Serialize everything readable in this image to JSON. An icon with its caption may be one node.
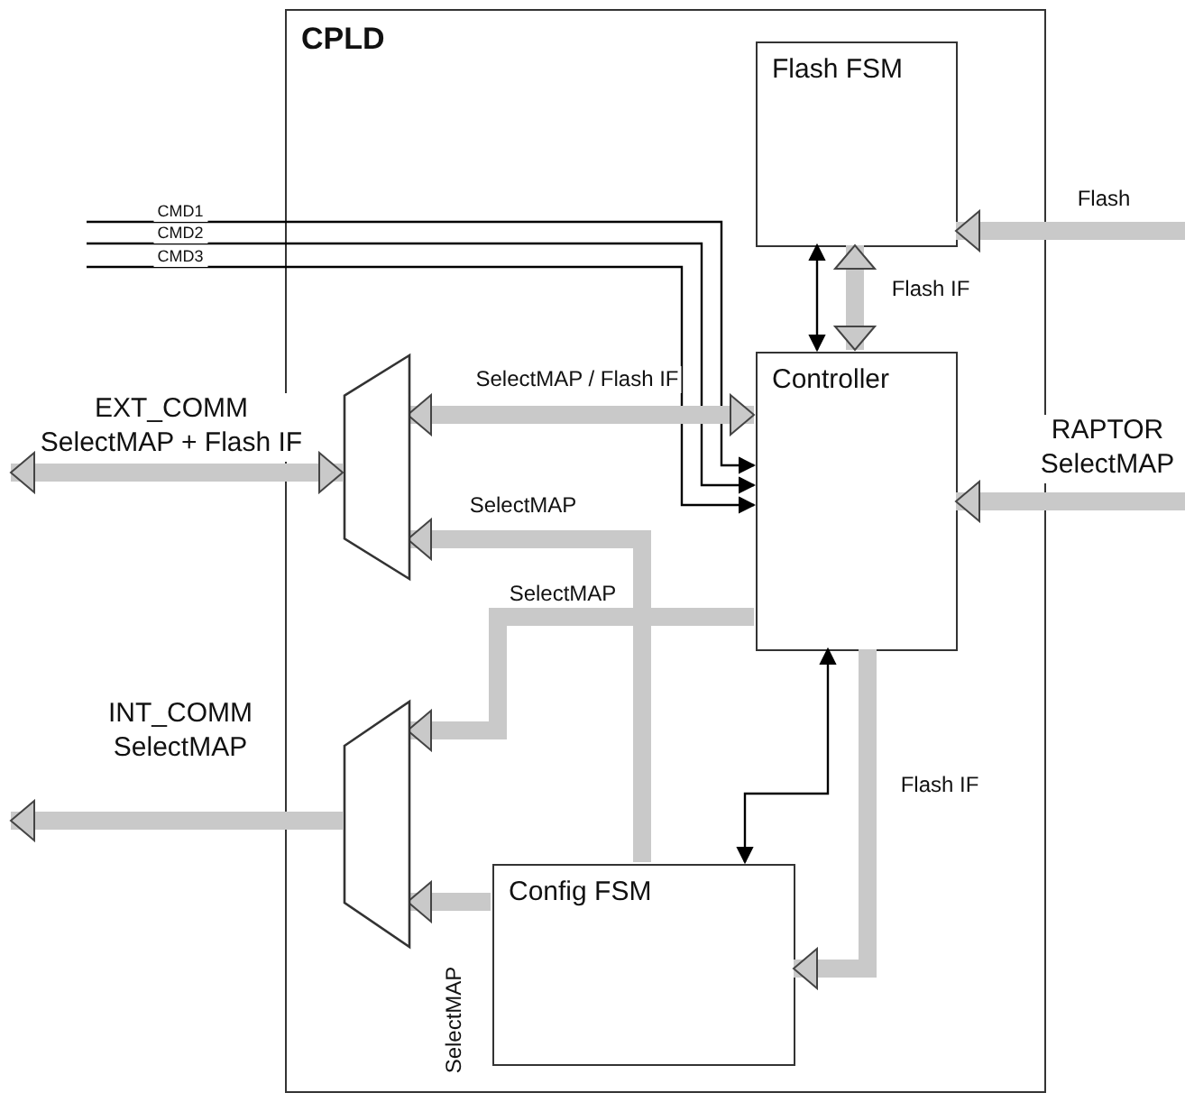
{
  "diagram": {
    "nodes": [
      {
        "text": [
          "CPLD"
        ]
      },
      {
        "text": [
          "Flash FSM"
        ],
        "in": 0
      },
      {
        "text": [
          "Controller"
        ],
        "in": 0
      },
      {
        "text": [
          "Config FSM"
        ],
        "in": 0
      },
      {
        "text": [],
        "shape": "trapezoid",
        "in": 0
      },
      {
        "text": [],
        "shape": "trapezoid",
        "in": 0
      }
    ],
    "edges": [
      {
        "from": null,
        "to": 1,
        "arrow": "to",
        "label": "Flash"
      },
      {
        "from": 1,
        "to": 2,
        "arrow": "both",
        "color": "#000000"
      },
      {
        "from": 1,
        "to": 2,
        "arrow": "both",
        "label": "Flash IF"
      },
      {
        "from": null,
        "to": 2,
        "arrow": "to",
        "label": "CMD1",
        "color": "#000000"
      },
      {
        "from": null,
        "to": 2,
        "arrow": "to",
        "label": "CMD2",
        "color": "#000000"
      },
      {
        "from": null,
        "to": 2,
        "arrow": "to",
        "label": "CMD3",
        "color": "#000000"
      },
      {
        "from": 4,
        "to": null,
        "arrow": "both",
        "label": "EXT_COMM SelectMAP + Flash IF"
      },
      {
        "from": 4,
        "to": 2,
        "arrow": "both",
        "label": "SelectMAP / Flash IF"
      },
      {
        "from": 3,
        "to": 4,
        "arrow": "to",
        "label": "SelectMAP"
      },
      {
        "from": null,
        "to": 2,
        "arrow": "to",
        "label": "RAPTOR SelectMAP"
      },
      {
        "from": 2,
        "to": 5,
        "arrow": "to",
        "label": "SelectMAP"
      },
      {
        "from": 5,
        "to": null,
        "arrow": "to",
        "label": "INT_COMM SelectMAP"
      },
      {
        "from": 3,
        "to": 5,
        "arrow": "to",
        "label": "SelectMAP"
      },
      {
        "from": 2,
        "to": 3,
        "arrow": "both",
        "color": "#000000"
      },
      {
        "from": 2,
        "to": 3,
        "arrow": "to",
        "label": "Flash IF"
      }
    ]
  }
}
